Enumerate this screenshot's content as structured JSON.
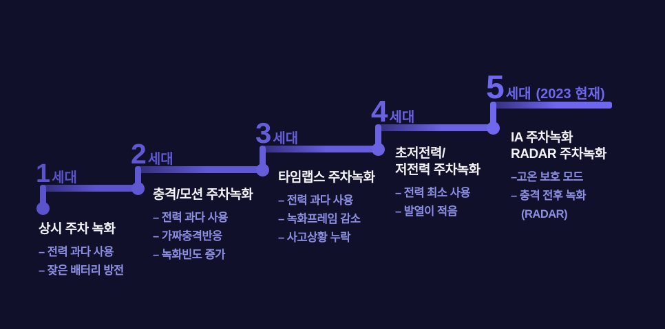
{
  "colors": {
    "background": "#10102a",
    "title_text": "#f4f4f8",
    "bullet_text": "#8d8fe4"
  },
  "steps": [
    {
      "num": "1",
      "gen": "세대",
      "suffix": "",
      "accent": "#5b53cb",
      "title": "상시 주차 녹화",
      "bullets": [
        "– 전력 과다 사용",
        "– 잦은 배터리 방전"
      ]
    },
    {
      "num": "2",
      "gen": "세대",
      "suffix": "",
      "accent": "#5f58d2",
      "title": "충격/모션 주차녹화",
      "bullets": [
        "– 전력 과다 사용",
        "– 가짜충격반응",
        "– 녹화빈도 증가"
      ]
    },
    {
      "num": "3",
      "gen": "세대",
      "suffix": "",
      "accent": "#655dda",
      "title": "타임랩스 주차녹화",
      "bullets": [
        "– 전력 과다 사용",
        "– 녹화프레임 감소",
        "– 사고상황 누락"
      ]
    },
    {
      "num": "4",
      "gen": "세대",
      "suffix": "",
      "accent": "#6a62e3",
      "title": "초저전력/\n저전력 주차녹화",
      "bullets": [
        "– 전력 최소 사용",
        "– 발열이 적음"
      ]
    },
    {
      "num": "5",
      "gen": "세대",
      "suffix": "(2023 현재)",
      "accent": "#6f68ee",
      "title": "IA 주차녹화\nRADAR 주차녹화",
      "bullets": [
        "–고온 보호 모드",
        "– 충격 전후 녹화",
        "(RADAR)"
      ]
    }
  ]
}
